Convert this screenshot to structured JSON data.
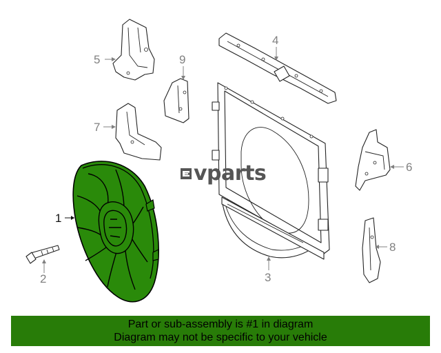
{
  "diagram": {
    "callouts": [
      {
        "id": "1",
        "label": "1"
      },
      {
        "id": "2",
        "label": "2"
      },
      {
        "id": "3",
        "label": "3"
      },
      {
        "id": "4",
        "label": "4"
      },
      {
        "id": "5",
        "label": "5"
      },
      {
        "id": "6",
        "label": "6"
      },
      {
        "id": "7",
        "label": "7"
      },
      {
        "id": "8",
        "label": "8"
      },
      {
        "id": "9",
        "label": "9"
      }
    ],
    "highlighted_part": "1",
    "highlight_color": "#2a8a0a",
    "line_color": "#222222",
    "callout_color": "#808080"
  },
  "watermark": {
    "text": "vparts",
    "icon": "ev-logo-icon",
    "color": "#555555"
  },
  "banner": {
    "line1": "Part or sub-assembly is #1 in diagram",
    "line2": "Diagram may not be specific to your vehicle",
    "background": "#287c08"
  }
}
